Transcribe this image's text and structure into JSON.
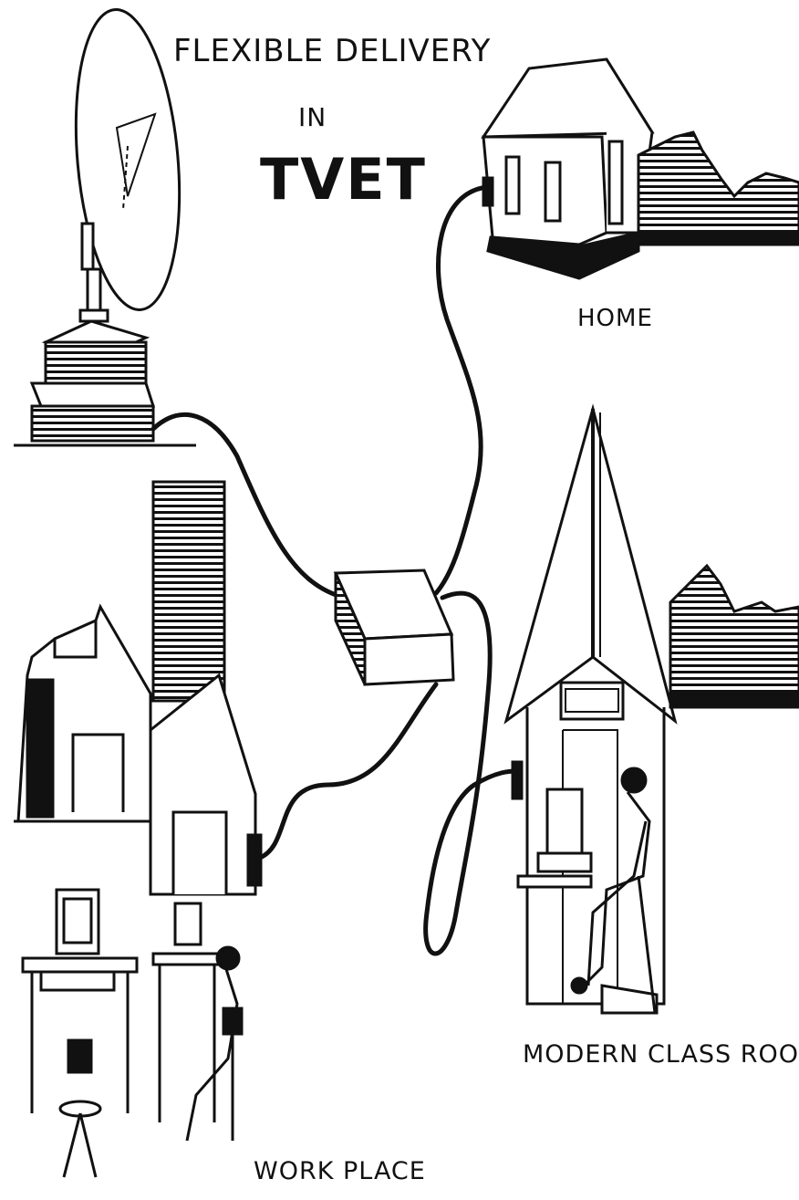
{
  "title": {
    "line1": "FLEXIBLE DELIVERY",
    "line2": "IN",
    "line3": "TVET"
  },
  "labels": {
    "home": "HOME",
    "classroom": "MODERN CLASS ROOM",
    "workplace": "WORK PLACE"
  },
  "colors": {
    "ink": "#111111",
    "paper": "#ffffff"
  },
  "icons": [
    "satellite-dish-icon",
    "network-hub-icon",
    "house-icon",
    "classroom-building-icon",
    "factory-icon",
    "computer-desk-icon",
    "student-icon"
  ]
}
